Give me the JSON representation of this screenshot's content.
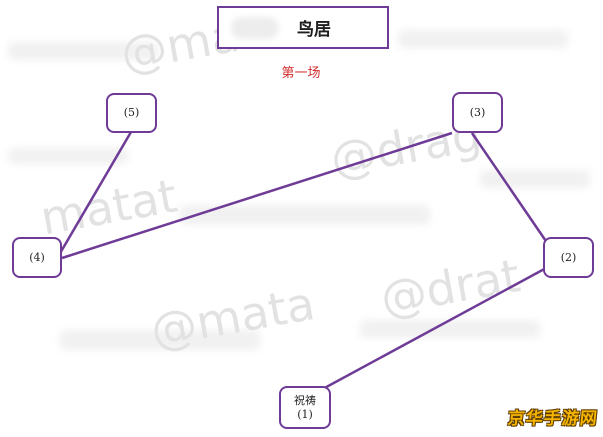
{
  "title": "鸟居",
  "subtitle": "第一场",
  "nodes": {
    "n5": {
      "label": "(5)"
    },
    "n3": {
      "label": "(3)"
    },
    "n4": {
      "label": "(4)"
    },
    "n2": {
      "label": "(2)"
    },
    "n1": {
      "line1": "祝祷",
      "line2": "(1)"
    }
  },
  "watermark": {
    "chars": [
      "京",
      "华",
      "手",
      "游",
      "网"
    ]
  },
  "colors": {
    "node_border": "#6e3b97",
    "link": "#6e3b97",
    "subtitle": "#d32f2f",
    "watermark": "#f5b400"
  }
}
